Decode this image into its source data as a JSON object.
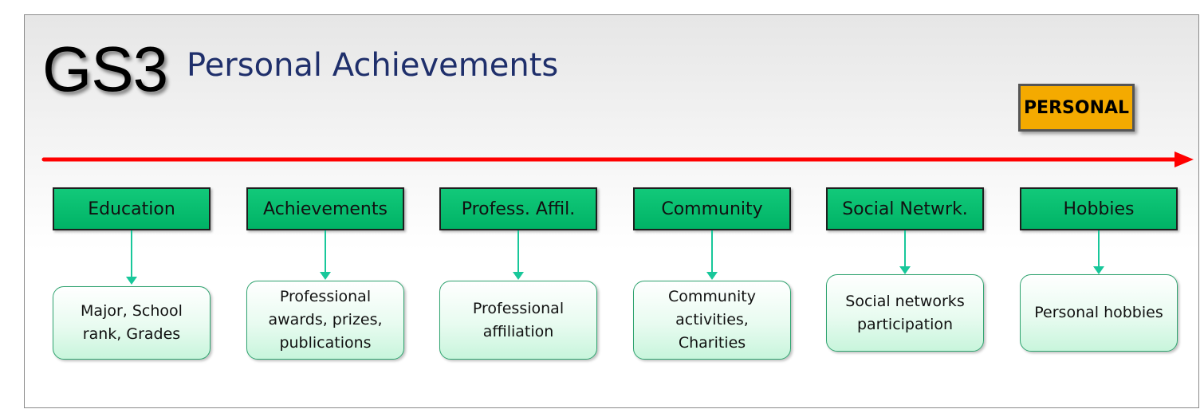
{
  "header": {
    "code": "GS3",
    "title": "Personal Achievements",
    "badge": "PERSONAL"
  },
  "colors": {
    "arrow": "#ff0000",
    "category_fill": "#00b366",
    "badge_fill": "#f4aa00",
    "title_text": "#1f2f6b",
    "connector": "#18c79a"
  },
  "categories": [
    {
      "label": "Education",
      "detail": "Major, School rank, Grades"
    },
    {
      "label": "Achievements",
      "detail": "Professional awards, prizes, publications"
    },
    {
      "label": "Profess. Affil.",
      "detail": "Professional affiliation"
    },
    {
      "label": "Community",
      "detail": "Community activities, Charities"
    },
    {
      "label": "Social Netwrk.",
      "detail": "Social networks participation"
    },
    {
      "label": "Hobbies",
      "detail": "Personal hobbies"
    }
  ]
}
